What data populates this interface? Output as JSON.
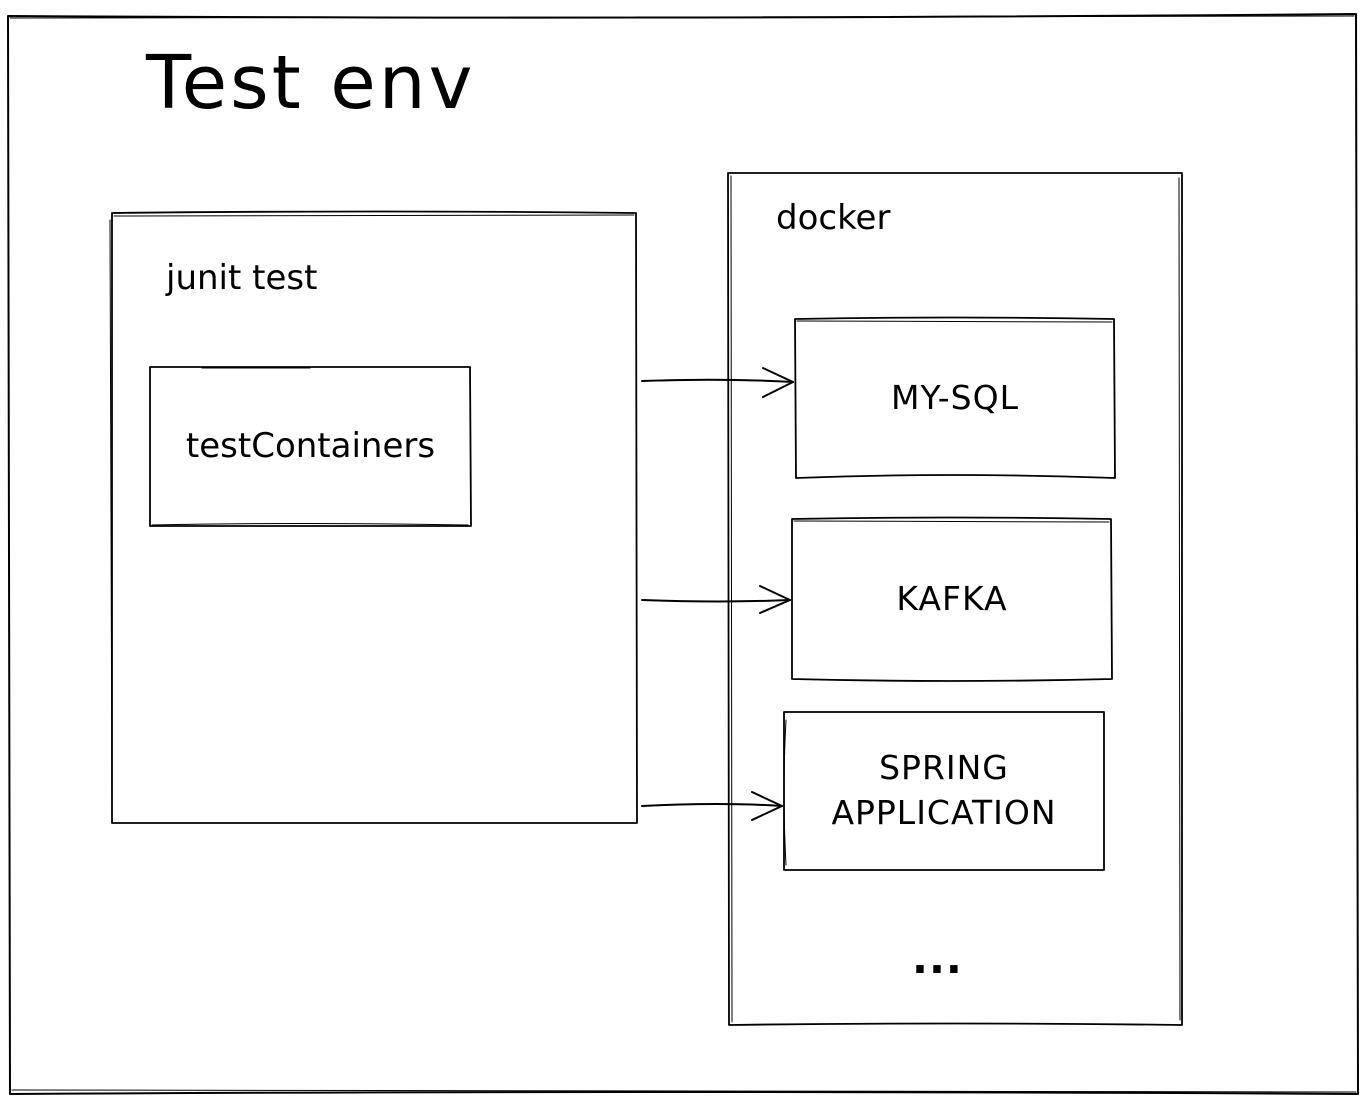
{
  "diagram": {
    "title": "Test env",
    "stroke_color": "#000000",
    "background_color": "#ffffff",
    "groups": {
      "junit": {
        "label": "junit test"
      },
      "docker": {
        "label": "docker"
      }
    },
    "nodes": {
      "testcontainers": {
        "label": "testContainers"
      },
      "mysql": {
        "label": "MY-SQL"
      },
      "kafka": {
        "label": "KAFKA"
      },
      "spring": {
        "label_line1": "SPRING",
        "label_line2": "APPLICATION"
      },
      "more": {
        "label": "..."
      }
    },
    "edges": [
      {
        "from": "junit test",
        "to": "MY-SQL"
      },
      {
        "from": "junit test",
        "to": "KAFKA"
      },
      {
        "from": "junit test",
        "to": "SPRING APPLICATION"
      }
    ]
  }
}
